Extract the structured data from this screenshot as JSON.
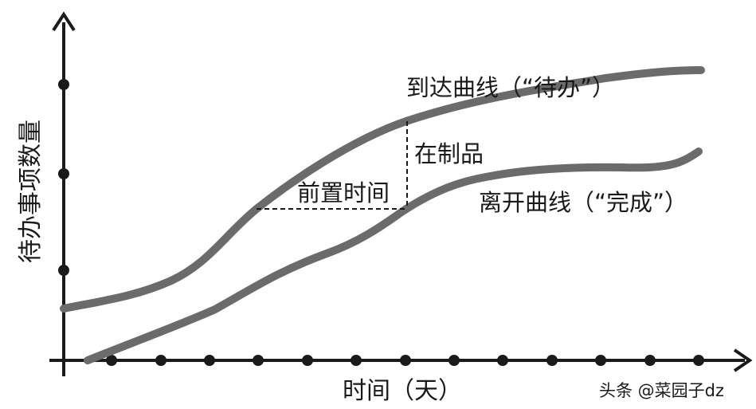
{
  "axes": {
    "y_label": "待办事项数量",
    "x_label": "时间（天）"
  },
  "curves": {
    "arrival_label": "到达曲线（“待办”）",
    "departure_label": "离开曲线（“完成”）",
    "color": "#6b6b6b"
  },
  "annotations": {
    "wip_label": "在制品",
    "lead_time_label": "前置时间"
  },
  "watermark": "头条 @菜园子dz",
  "colors": {
    "axis": "#1a1a1a",
    "curve": "#6b6b6b",
    "text": "#1a1a1a"
  }
}
